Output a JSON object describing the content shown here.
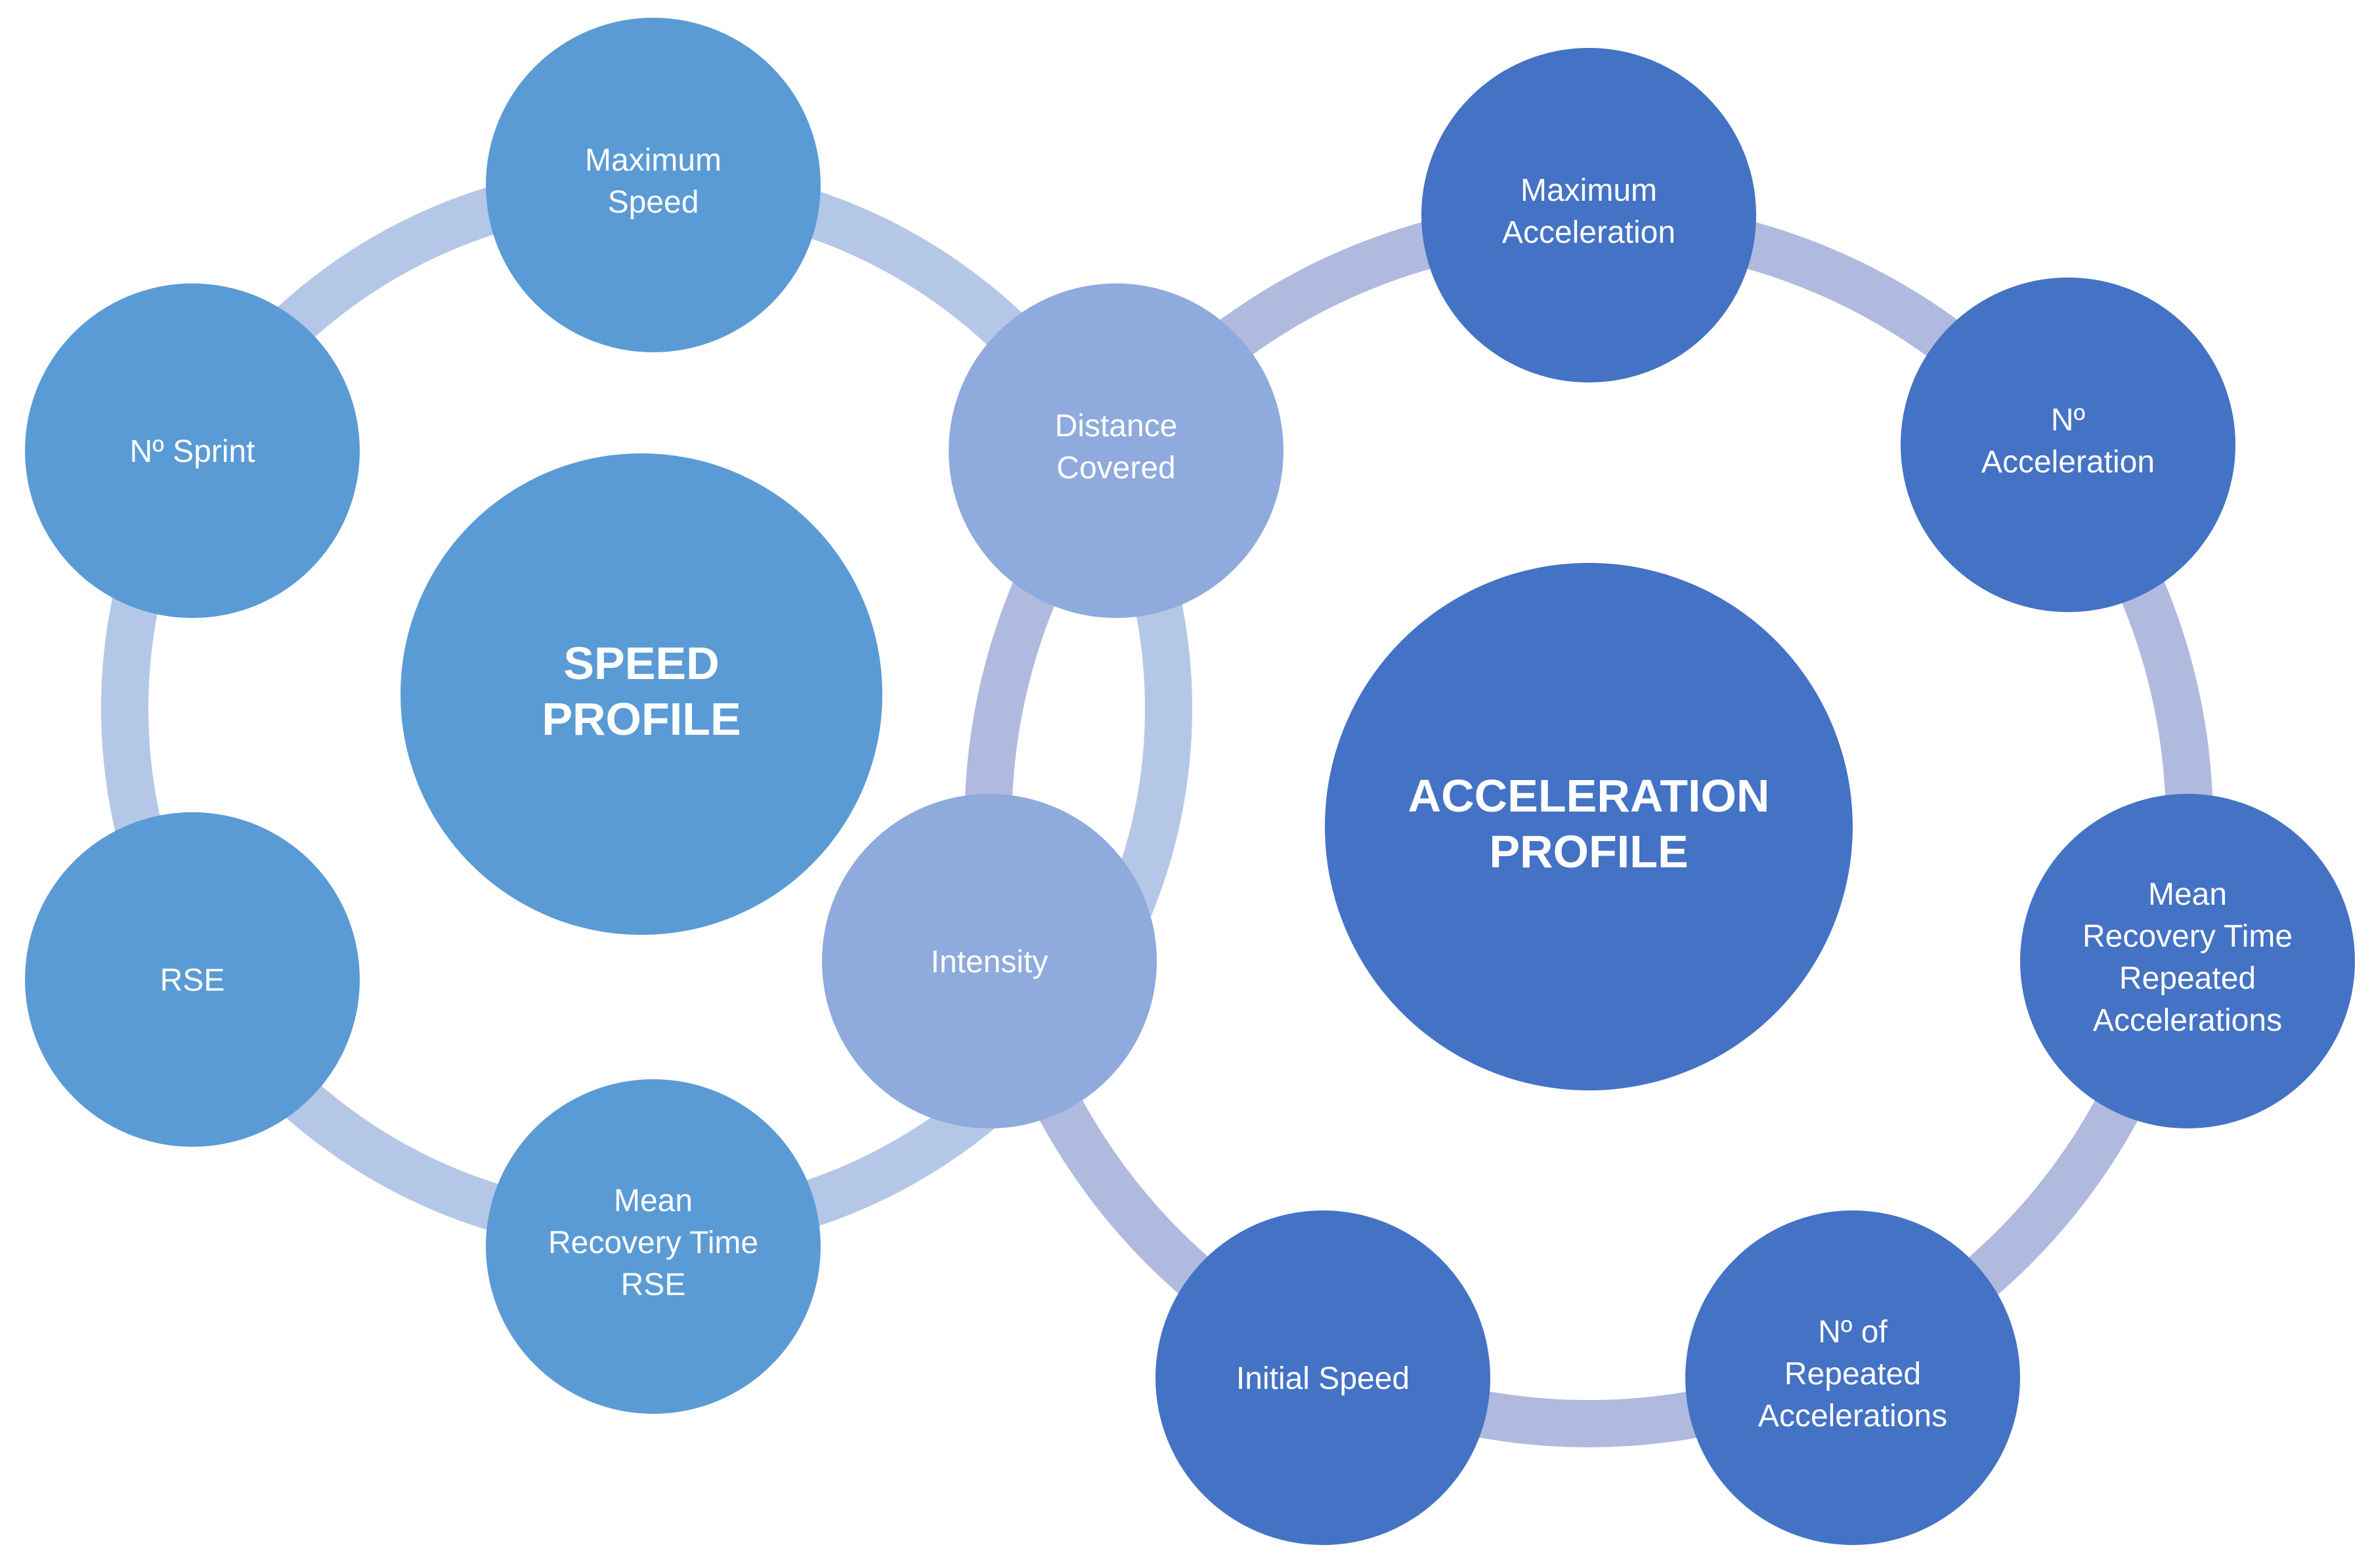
{
  "colors": {
    "speed": "#5B9BD5",
    "shared": "#8FAADC",
    "acceleration": "#4472C4",
    "speed_ring": "#B4C7E7",
    "acceleration_ring": "#B0BADF",
    "label": "#FFFFFF"
  },
  "speed_profile": {
    "center": [
      "SPEED",
      "PROFILE"
    ],
    "maximum_speed": [
      "Maximum",
      "Speed"
    ],
    "n_sprint": [
      "Nº Sprint"
    ],
    "rse": [
      "RSE"
    ],
    "mean_recovery_time_rse": [
      "Mean",
      "Recovery Time",
      "RSE"
    ]
  },
  "shared": {
    "distance_covered": [
      "Distance",
      "Covered"
    ],
    "intensity": [
      "Intensity"
    ]
  },
  "acceleration_profile": {
    "center": [
      "ACCELERATION",
      "PROFILE"
    ],
    "maximum_acceleration": [
      "Maximum",
      "Acceleration"
    ],
    "n_acceleration": [
      "Nº",
      "Acceleration"
    ],
    "mean_recovery_time_repeated": [
      "Mean",
      "Recovery Time",
      "Repeated",
      "Accelerations"
    ],
    "n_repeated_accelerations": [
      "Nº of",
      "Repeated",
      "Accelerations"
    ],
    "initial_speed": [
      "Initial Speed"
    ]
  }
}
